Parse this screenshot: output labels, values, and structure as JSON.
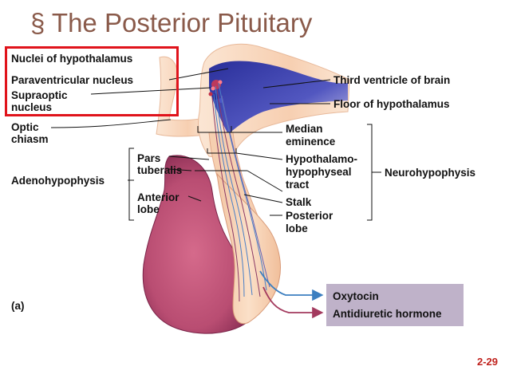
{
  "slide": {
    "title": "§ The Posterior Pituitary",
    "slide_number": "2-29"
  },
  "labels": {
    "nuclei_hypothalamus": "Nuclei of hypothalamus",
    "paraventricular": "Paraventricular nucleus",
    "supraoptic_1": "Supraoptic",
    "supraoptic_2": "nucleus",
    "optic_1": "Optic",
    "optic_2": "chiasm",
    "third_ventricle": "Third ventricle of brain",
    "floor_hypothalamus": "Floor of hypothalamus",
    "median_1": "Median",
    "median_2": "eminence",
    "hypothalamo_1": "Hypothalamo-",
    "hypothalamo_2": "hypophyseal",
    "hypothalamo_3": "tract",
    "stalk": "Stalk",
    "posterior_1": "Posterior",
    "posterior_2": "lobe",
    "neurohypophysis": "Neurohypophysis",
    "pars_1": "Pars",
    "pars_2": "tuberalis",
    "adenohypophysis": "Adenohypophysis",
    "anterior_1": "Anterior",
    "anterior_2": "lobe",
    "panel_label": "(a)"
  },
  "hormones": {
    "oxytocin": "Oxytocin",
    "adh": "Antidiuretic hormone"
  },
  "colors": {
    "title": "#8a5a4a",
    "highlight_box": "#e0131b",
    "slide_number": "#c0211c",
    "hormone_box": "#bfb2c9",
    "anterior_lobe": "#c1567a",
    "posterior_lobe": "#f6d2b4",
    "hypothalamus": "#f8d8be",
    "ventricle": "#3a3aa6",
    "oxytocin_arrow": "#3c7fc0",
    "adh_arrow": "#a33a5e"
  }
}
